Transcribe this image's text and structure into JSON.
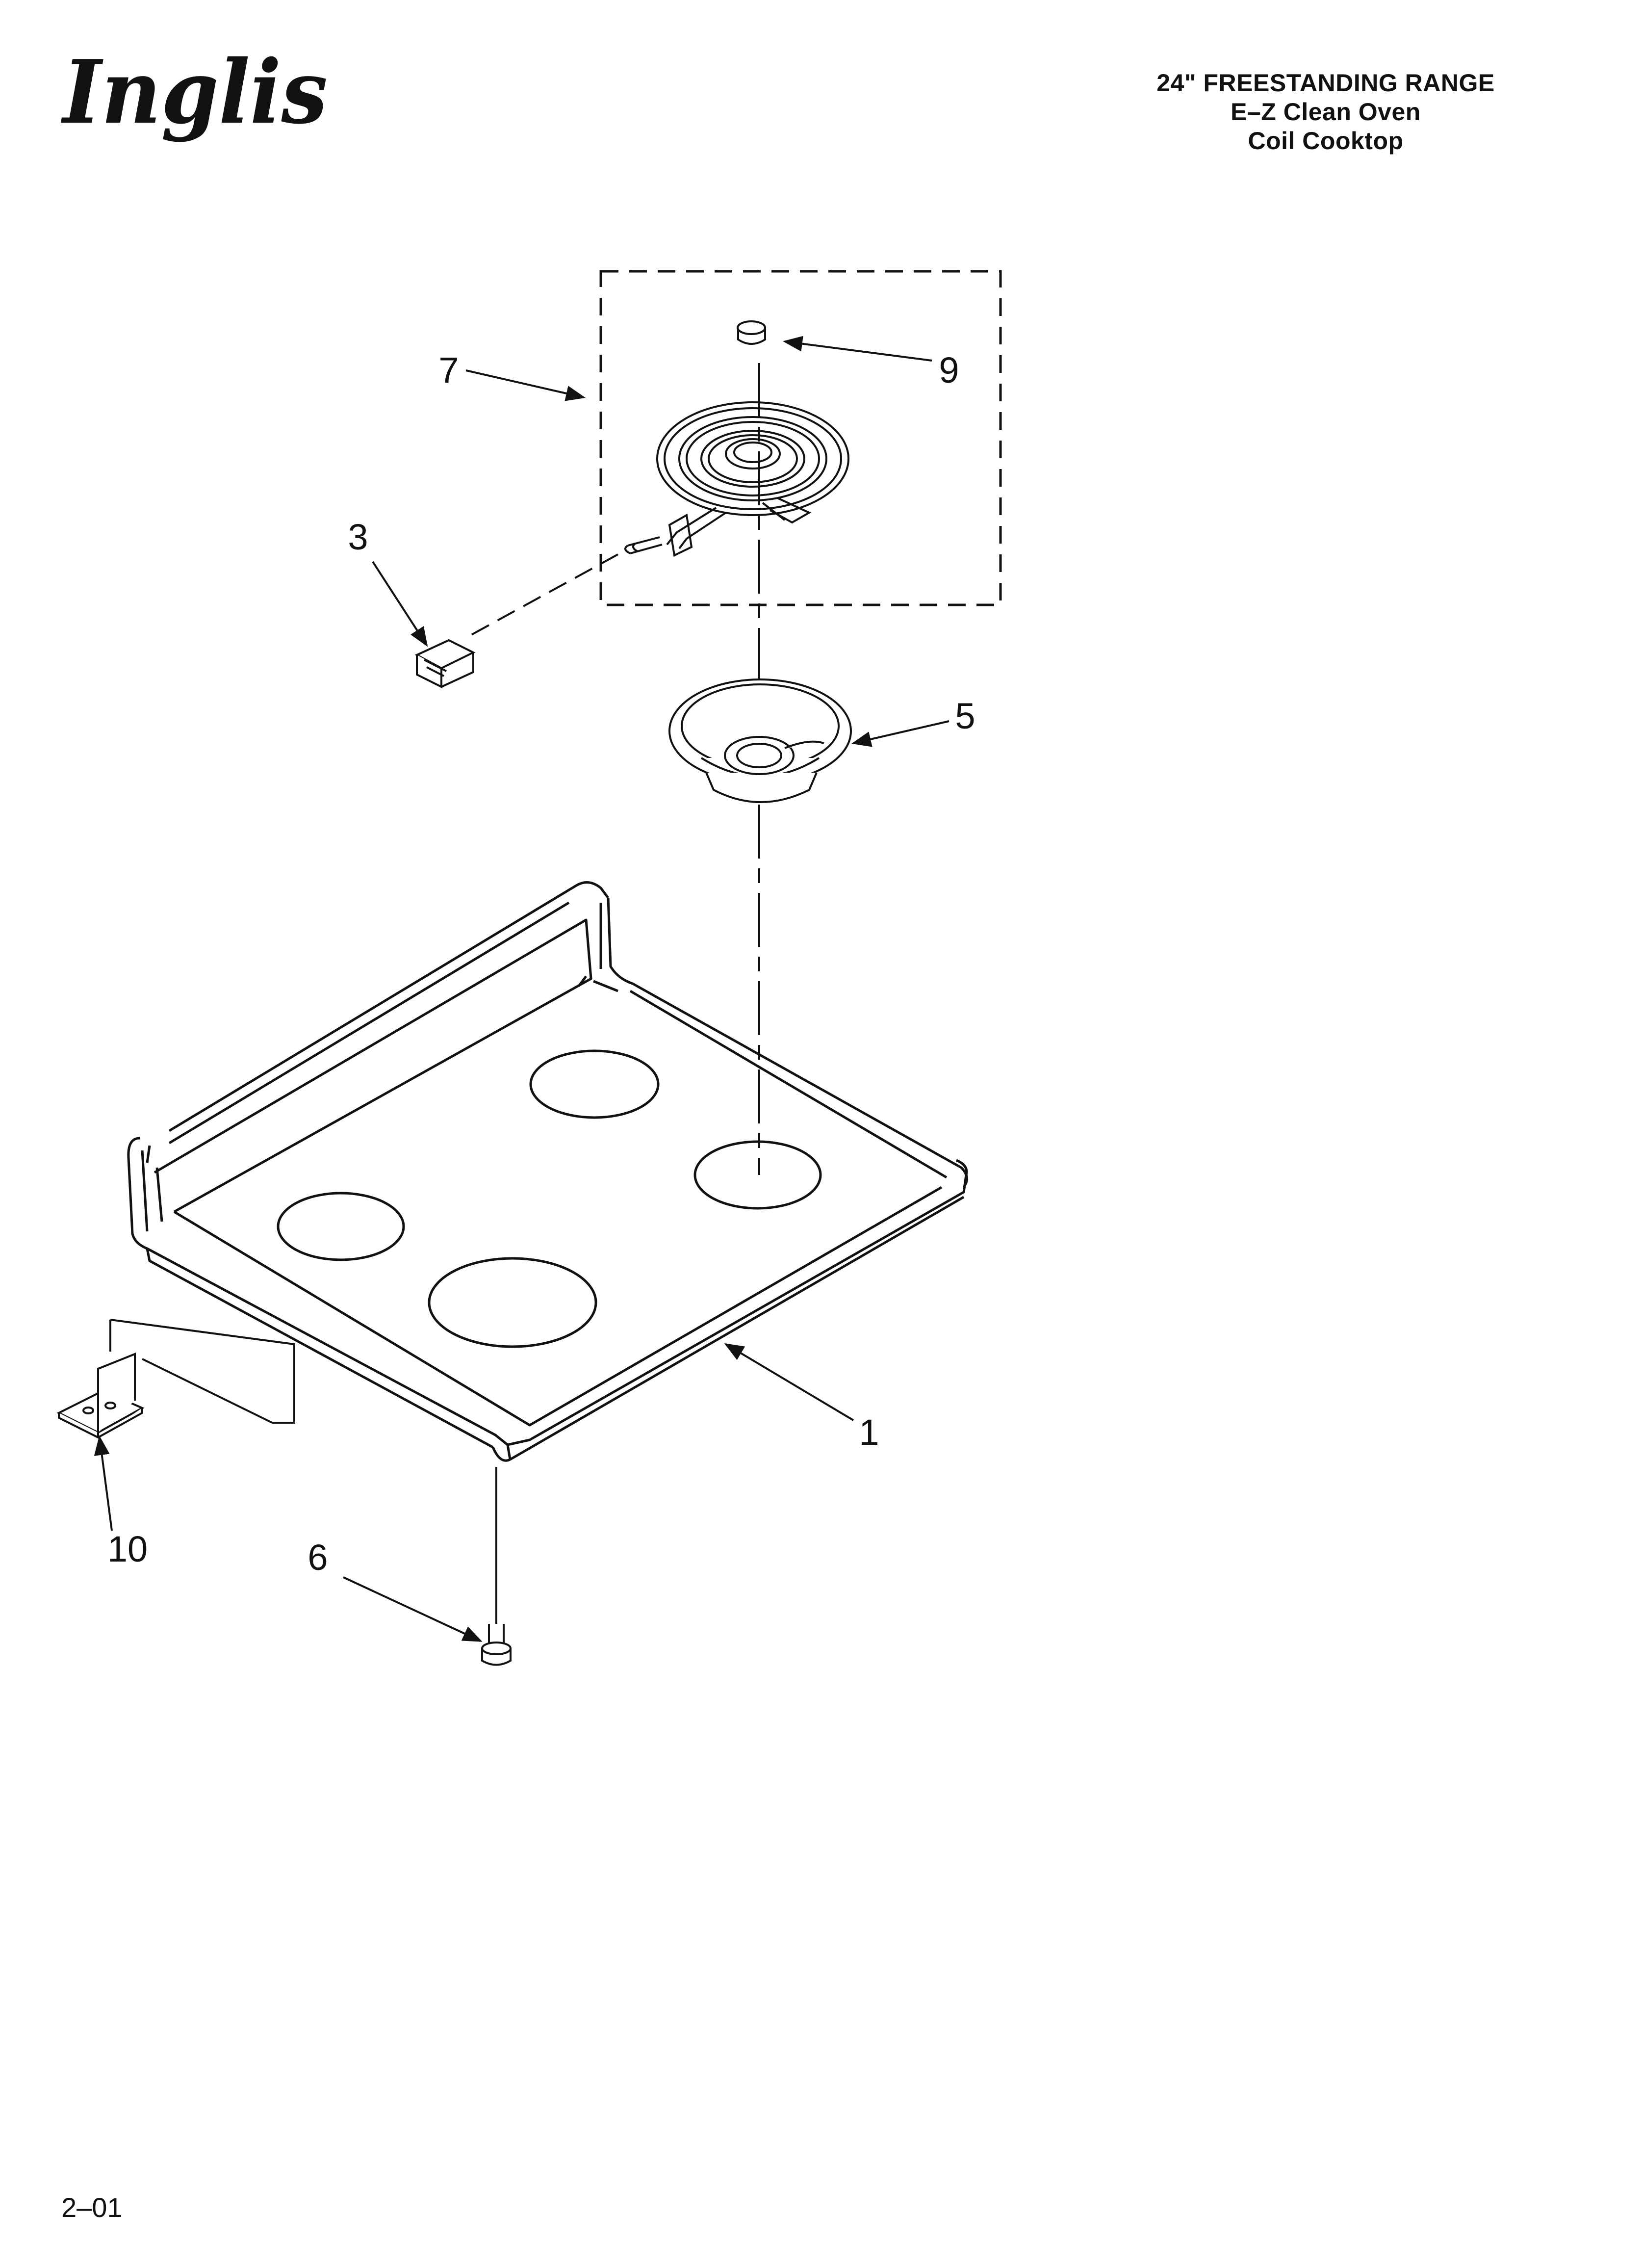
{
  "brand": {
    "logo_text": "Inglis",
    "logo_color": "#111111"
  },
  "header": {
    "line1": "24\" FREESTANDING RANGE",
    "line2": "E–Z Clean Oven",
    "line3": "Coil Cooktop"
  },
  "callouts": {
    "c1": "1",
    "c3": "3",
    "c5": "5",
    "c6": "6",
    "c7": "7",
    "c9": "9",
    "c10": "10"
  },
  "footer": {
    "code": "2–01"
  }
}
